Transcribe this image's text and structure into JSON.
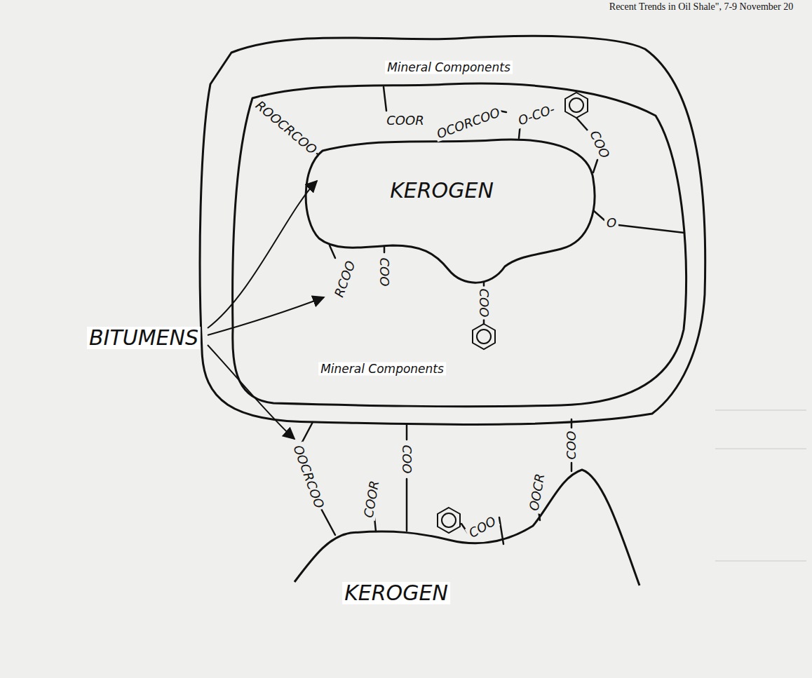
{
  "diagram": {
    "nodes": [
      {
        "text": [
          "Mineral Components"
        ]
      },
      {
        "text": [
          "Mineral Components"
        ],
        "in": 0
      },
      {
        "text": [
          "KEROGEN"
        ],
        "in": 1
      },
      {
        "text": [
          "KEROGEN"
        ]
      }
    ],
    "labels": [
      "Recent Trends in Oil Shale\", 7-9 November 20",
      "BITUMENS",
      "ROOCRCOO",
      "COOR",
      "OCORCOO",
      "O-CO-",
      "COO",
      "O",
      "COO",
      "RCOO",
      "COO",
      "OOCRCOO",
      "COO",
      "COOR",
      "COO",
      "OOCR",
      "COO"
    ]
  }
}
